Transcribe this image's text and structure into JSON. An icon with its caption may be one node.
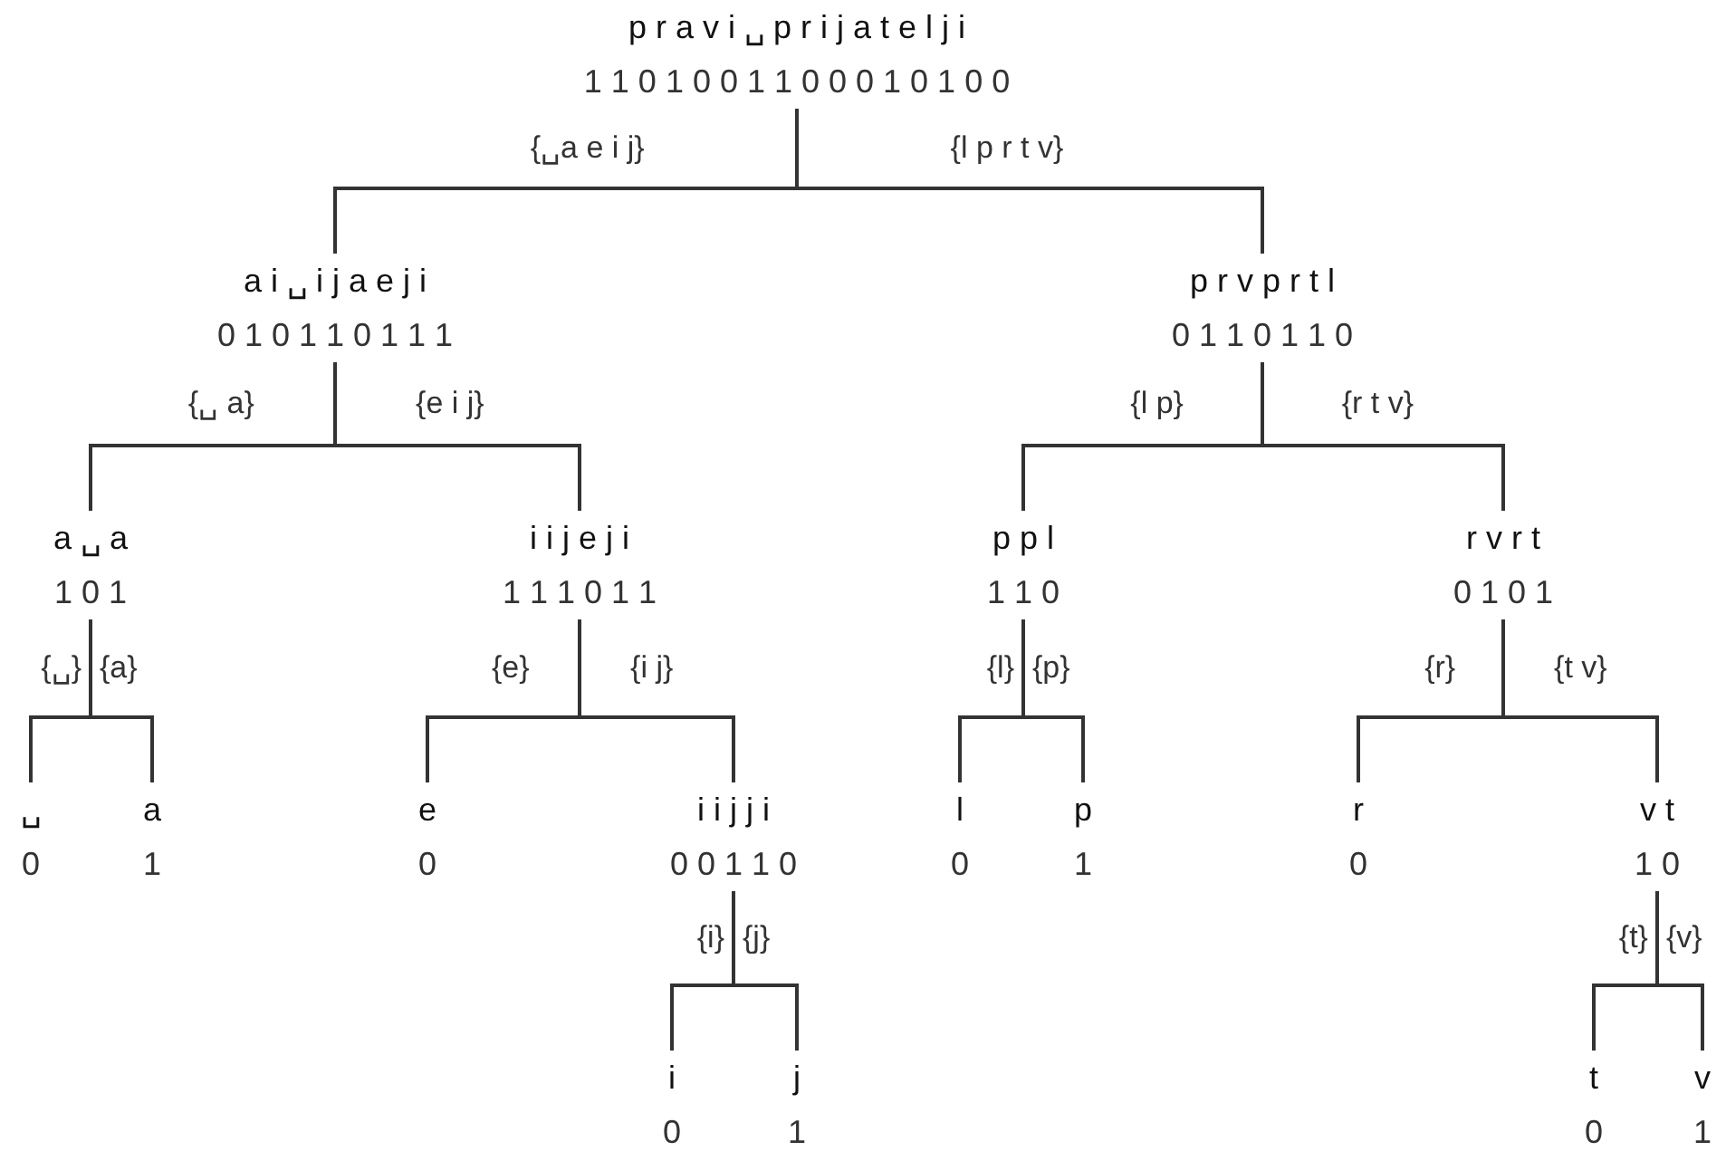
{
  "diagram": {
    "nodes": [
      {
        "text": [
          "p r a v i ␣ p r i j a t e l j i",
          "1 1 0 1 0 0 1 1 0 0 0 1 0 1 0 0"
        ]
      },
      {
        "text": [
          "a i ␣ i j a e j i",
          "0 1 0 1 1 0 1 1 1"
        ]
      },
      {
        "text": [
          "p r v p r t l",
          "0 1 1 0 1 1 0"
        ]
      },
      {
        "text": [
          "a ␣ a",
          "1 0 1"
        ]
      },
      {
        "text": [
          "i i j e j i",
          "1 1 1 0 1 1"
        ]
      },
      {
        "text": [
          "p p l",
          "1 1 0"
        ]
      },
      {
        "text": [
          "r v r t",
          "0 1 0 1"
        ]
      },
      {
        "text": [
          "␣",
          "0"
        ]
      },
      {
        "text": [
          "a",
          "1"
        ]
      },
      {
        "text": [
          "e",
          "0"
        ]
      },
      {
        "text": [
          "i i j j i",
          "0 0 1 1 0"
        ]
      },
      {
        "text": [
          "l",
          "0"
        ]
      },
      {
        "text": [
          "p",
          "1"
        ]
      },
      {
        "text": [
          "r",
          "0"
        ]
      },
      {
        "text": [
          "v t",
          "1 0"
        ]
      },
      {
        "text": [
          "i",
          "0"
        ]
      },
      {
        "text": [
          "j",
          "1"
        ]
      },
      {
        "text": [
          "t",
          "0"
        ]
      },
      {
        "text": [
          "v",
          "1"
        ]
      }
    ],
    "edges": [
      {
        "from": 0,
        "to": 1,
        "arrow": "none",
        "label": "{␣a e i j}"
      },
      {
        "from": 0,
        "to": 2,
        "arrow": "none",
        "label": "{l p r t v}"
      },
      {
        "from": 1,
        "to": 3,
        "arrow": "none",
        "label": "{␣ a}"
      },
      {
        "from": 1,
        "to": 4,
        "arrow": "none",
        "label": "{e i j}"
      },
      {
        "from": 2,
        "to": 5,
        "arrow": "none",
        "label": "{l p}"
      },
      {
        "from": 2,
        "to": 6,
        "arrow": "none",
        "label": "{r t v}"
      },
      {
        "from": 3,
        "to": 7,
        "arrow": "none",
        "label": "{␣}"
      },
      {
        "from": 3,
        "to": 8,
        "arrow": "none",
        "label": "{a}"
      },
      {
        "from": 4,
        "to": 9,
        "arrow": "none",
        "label": "{e}"
      },
      {
        "from": 4,
        "to": 10,
        "arrow": "none",
        "label": "{i j}"
      },
      {
        "from": 5,
        "to": 11,
        "arrow": "none",
        "label": "{l}"
      },
      {
        "from": 5,
        "to": 12,
        "arrow": "none",
        "label": "{p}"
      },
      {
        "from": 6,
        "to": 13,
        "arrow": "none",
        "label": "{r}"
      },
      {
        "from": 6,
        "to": 14,
        "arrow": "none",
        "label": "{t v}"
      },
      {
        "from": 10,
        "to": 15,
        "arrow": "none",
        "label": "{i}"
      },
      {
        "from": 10,
        "to": 16,
        "arrow": "none",
        "label": "{j}"
      },
      {
        "from": 14,
        "to": 17,
        "arrow": "none",
        "label": "{t}"
      },
      {
        "from": 14,
        "to": 18,
        "arrow": "none",
        "label": "{v}"
      }
    ]
  }
}
